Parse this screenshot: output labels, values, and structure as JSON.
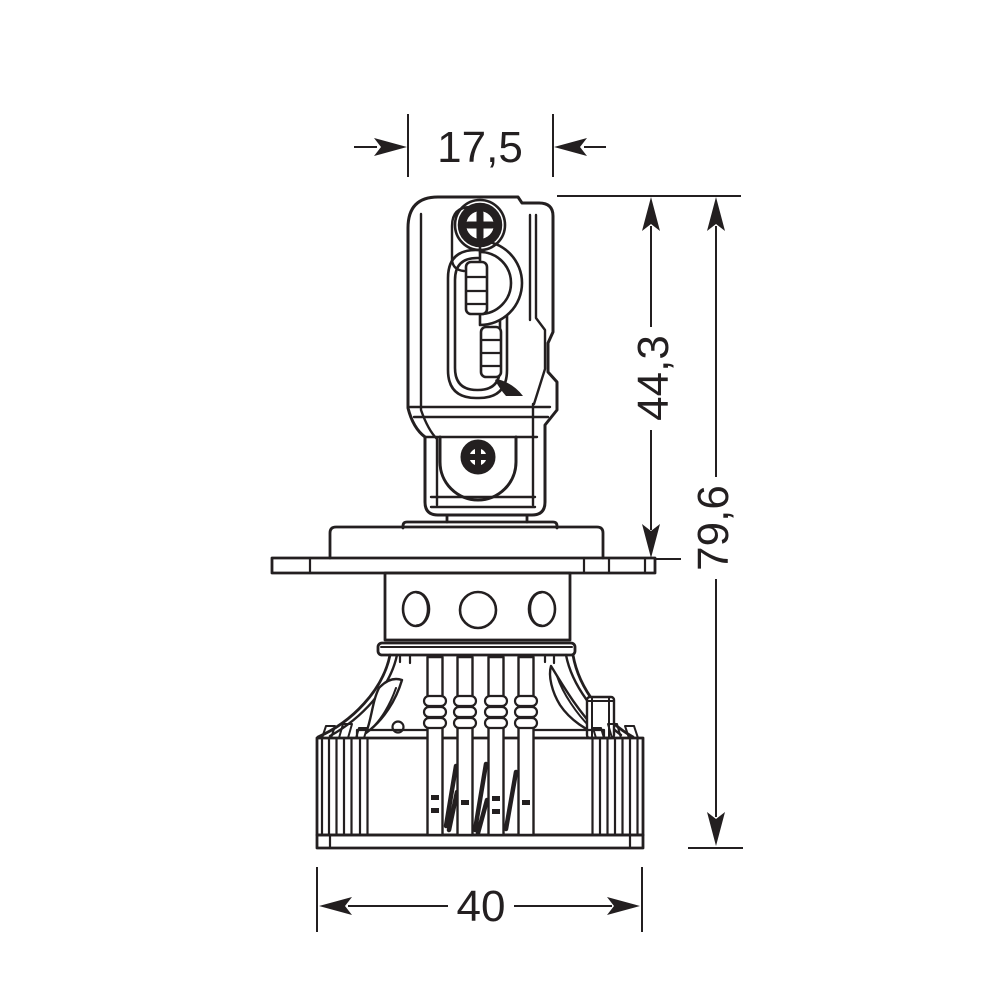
{
  "diagram": {
    "type": "technical-dimension-drawing",
    "subject": "LED headlight bulb side elevation with heatsink",
    "background_color": "#ffffff",
    "line_color": "#231f20",
    "dimensions": {
      "head_width": {
        "label": "17,5",
        "value": 17.5,
        "orientation": "horizontal",
        "location": "top"
      },
      "upper_height": {
        "label": "44,3",
        "value": 44.3,
        "orientation": "vertical",
        "location": "right-inner"
      },
      "overall_height": {
        "label": "79,6",
        "value": 79.6,
        "orientation": "vertical",
        "location": "right-outer"
      },
      "base_width": {
        "label": "40",
        "value": 40,
        "orientation": "horizontal",
        "location": "bottom"
      }
    }
  }
}
